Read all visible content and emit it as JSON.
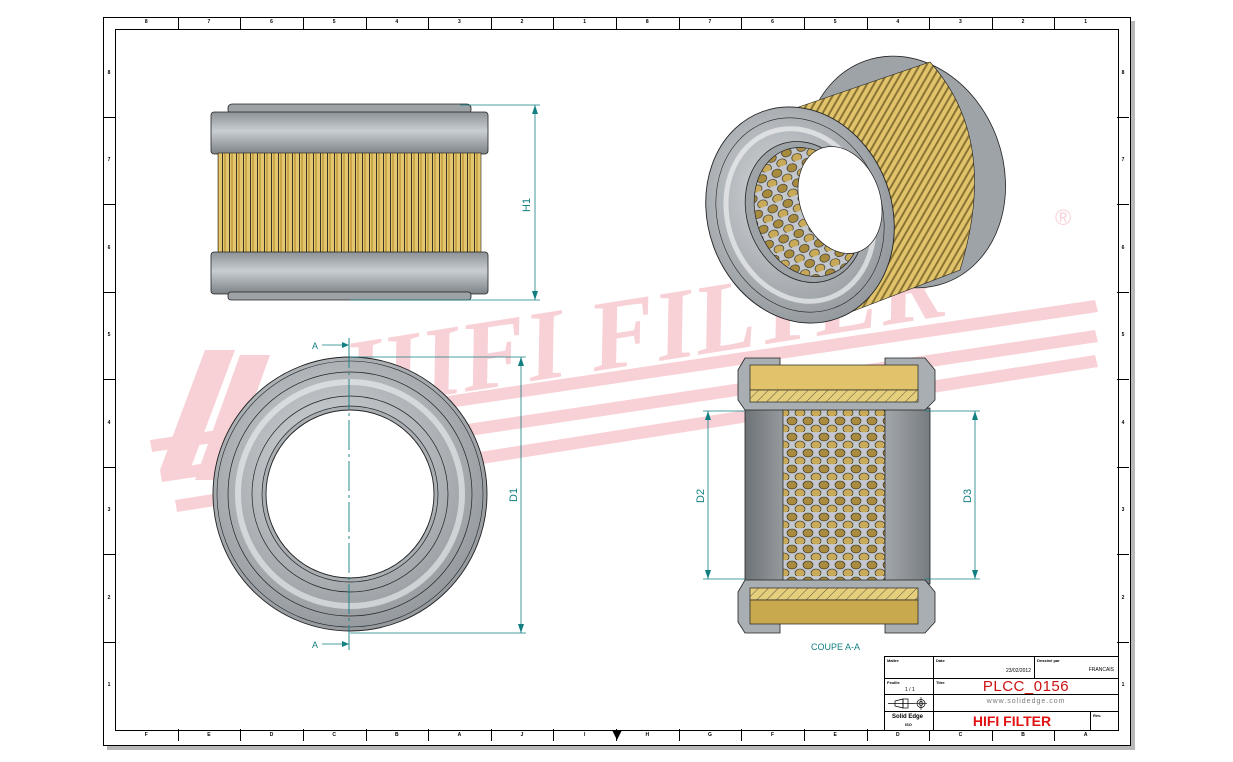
{
  "sheet": {
    "border_zones_top": [
      "8",
      "7",
      "6",
      "5",
      "4",
      "3",
      "2",
      "1",
      "8",
      "7",
      "6",
      "5",
      "4",
      "3",
      "2",
      "1"
    ],
    "border_zones_left": [
      "8",
      "7",
      "6",
      "5",
      "4",
      "3",
      "2",
      "1"
    ],
    "border_zones_right": [
      "8",
      "7",
      "6",
      "5",
      "4",
      "3",
      "2",
      "1"
    ],
    "border_zones_bottom": [
      "F",
      "E",
      "D",
      "C",
      "B",
      "A",
      "J",
      "I",
      "H",
      "G",
      "F",
      "E",
      "D",
      "C",
      "B",
      "A"
    ]
  },
  "watermark": {
    "text": "HIFI FILTER",
    "registered": "®",
    "color": "#f7c9cf"
  },
  "views": {
    "front": {
      "dimension_label": "H1"
    },
    "end": {
      "dimension_label": "D1",
      "section_marker_top": "A",
      "section_marker_bottom": "A"
    },
    "isometric": {},
    "section": {
      "dimension_left": "D2",
      "dimension_right": "D3",
      "caption": "COUPE A-A"
    }
  },
  "title_block": {
    "label_sheet_type": "Maître",
    "label_date": "Date",
    "date_value": "23/02/2012",
    "label_drawn_by": "Dessiné par",
    "language_value": "FRANCAIS",
    "label_sheet": "Feuille",
    "sheet_value": "1 / 1",
    "label_title": "Titre",
    "part_number": "PLCC_0156",
    "website": "www.solidedge.com",
    "software": "Solid Edge",
    "software_sub": "ISO",
    "brand": "HIFI FILTER",
    "label_rev": "Rév."
  },
  "colors": {
    "dimension": "#127f82",
    "steel": "#a9aeb3",
    "paper_media": "#e0c36a",
    "brand_red": "#e31212",
    "watermark": "#f7c9cf"
  }
}
